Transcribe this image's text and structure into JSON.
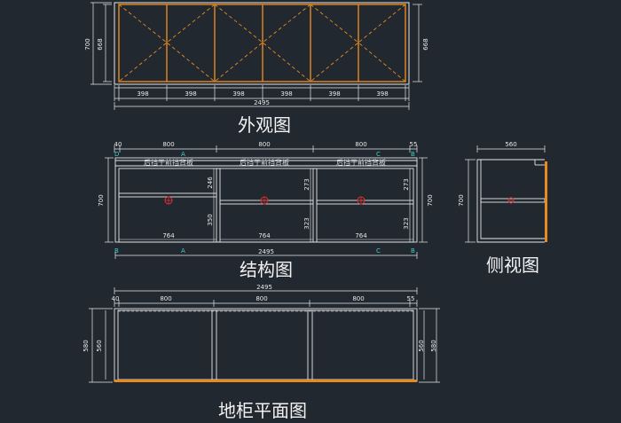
{
  "colors": {
    "background": "#212830",
    "line": "#e8e8e8",
    "panel": "#e98a1f",
    "axis": "#3fd0c8",
    "marker": "#e03030"
  },
  "elevation": {
    "title": "外观图",
    "height_outer": "700",
    "height_inner": "668",
    "height_right": "668",
    "doors": [
      "398",
      "398",
      "398",
      "398",
      "398",
      "398"
    ],
    "total": "2495"
  },
  "structure": {
    "title": "结构图",
    "top_dims": [
      "40",
      "800",
      "800",
      "800",
      "55"
    ],
    "shelf_labels": [
      "后挡于前挡背板",
      "后挡于前挡背板",
      "后挡于前挡背板"
    ],
    "upper_heights": [
      "246",
      "273",
      "273"
    ],
    "lower_heights": [
      "350",
      "323",
      "323"
    ],
    "bottom_widths": [
      "764",
      "764",
      "764"
    ],
    "height_left": "700",
    "height_right": "700",
    "total": "2495",
    "axis_top": [
      "D",
      "A",
      "C",
      "B"
    ],
    "axis_bottom": [
      "B",
      "A",
      "C",
      "B"
    ]
  },
  "side": {
    "title": "侧视图",
    "width": "560",
    "height": "700"
  },
  "plan": {
    "title": "地柜平面图",
    "total": "2495",
    "top_dims": [
      "40",
      "800",
      "800",
      "800",
      "55"
    ],
    "left_depth_outer": "580",
    "left_depth_inner": "560",
    "right_depth_inner": "560",
    "right_depth_outer": "580"
  }
}
